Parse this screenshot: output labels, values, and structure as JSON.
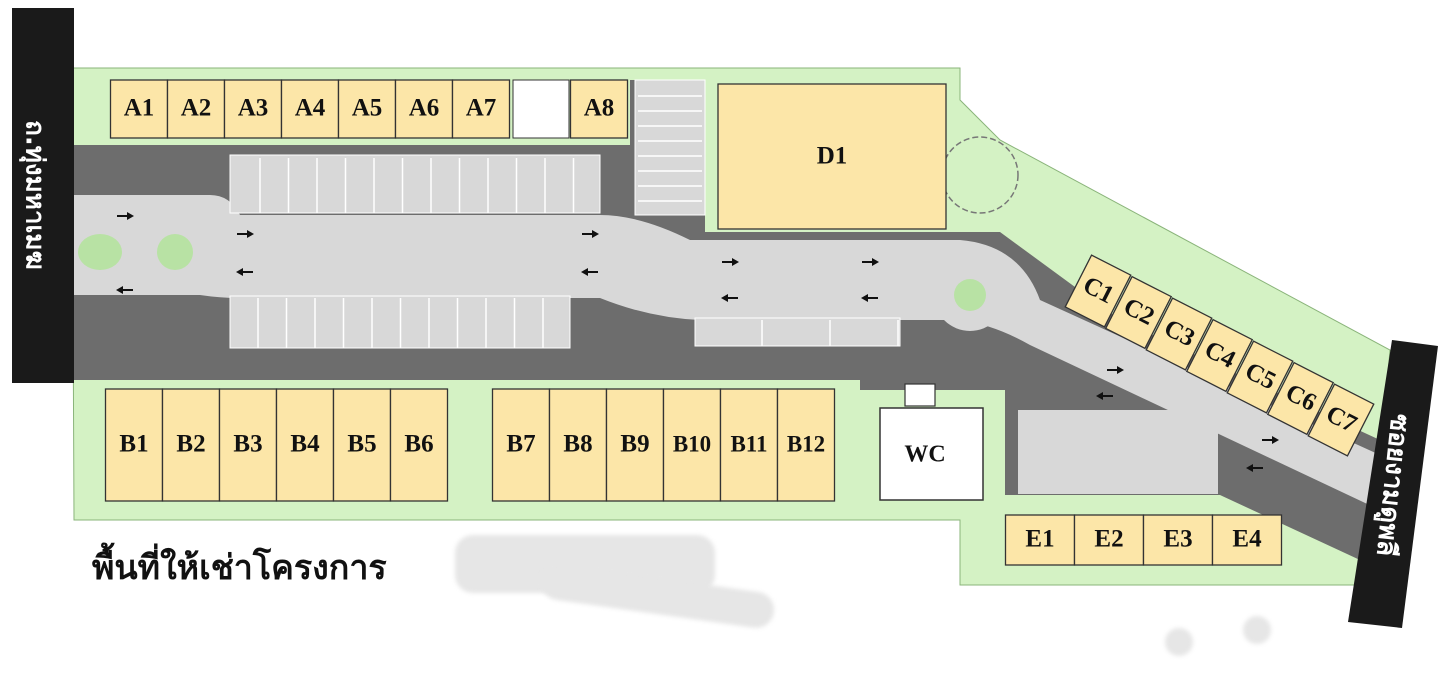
{
  "roads": {
    "left": "ถ.ทุ่งมหาเมฆ",
    "right": "ซอยงามดูพลี"
  },
  "units": {
    "a": [
      "A1",
      "A2",
      "A3",
      "A4",
      "A5",
      "A6",
      "A7",
      "A8"
    ],
    "b": [
      "B1",
      "B2",
      "B3",
      "B4",
      "B5",
      "B6",
      "B7",
      "B8",
      "B9",
      "B10",
      "B11",
      "B12"
    ],
    "c": [
      "C1",
      "C2",
      "C3",
      "C4",
      "C5",
      "C6",
      "C7"
    ],
    "d": [
      "D1"
    ],
    "e": [
      "E1",
      "E2",
      "E3",
      "E4"
    ]
  },
  "facilities": {
    "restroom": "WC"
  },
  "caption": "พื้นที่ให้เช่าโครงการ",
  "colors": {
    "unit_fill": "#fce6a8",
    "grass": "#d4f2c4",
    "asphalt": "#6d6d6d",
    "lane": "#d8d8d8",
    "road_sign": "#1a1a1a"
  }
}
